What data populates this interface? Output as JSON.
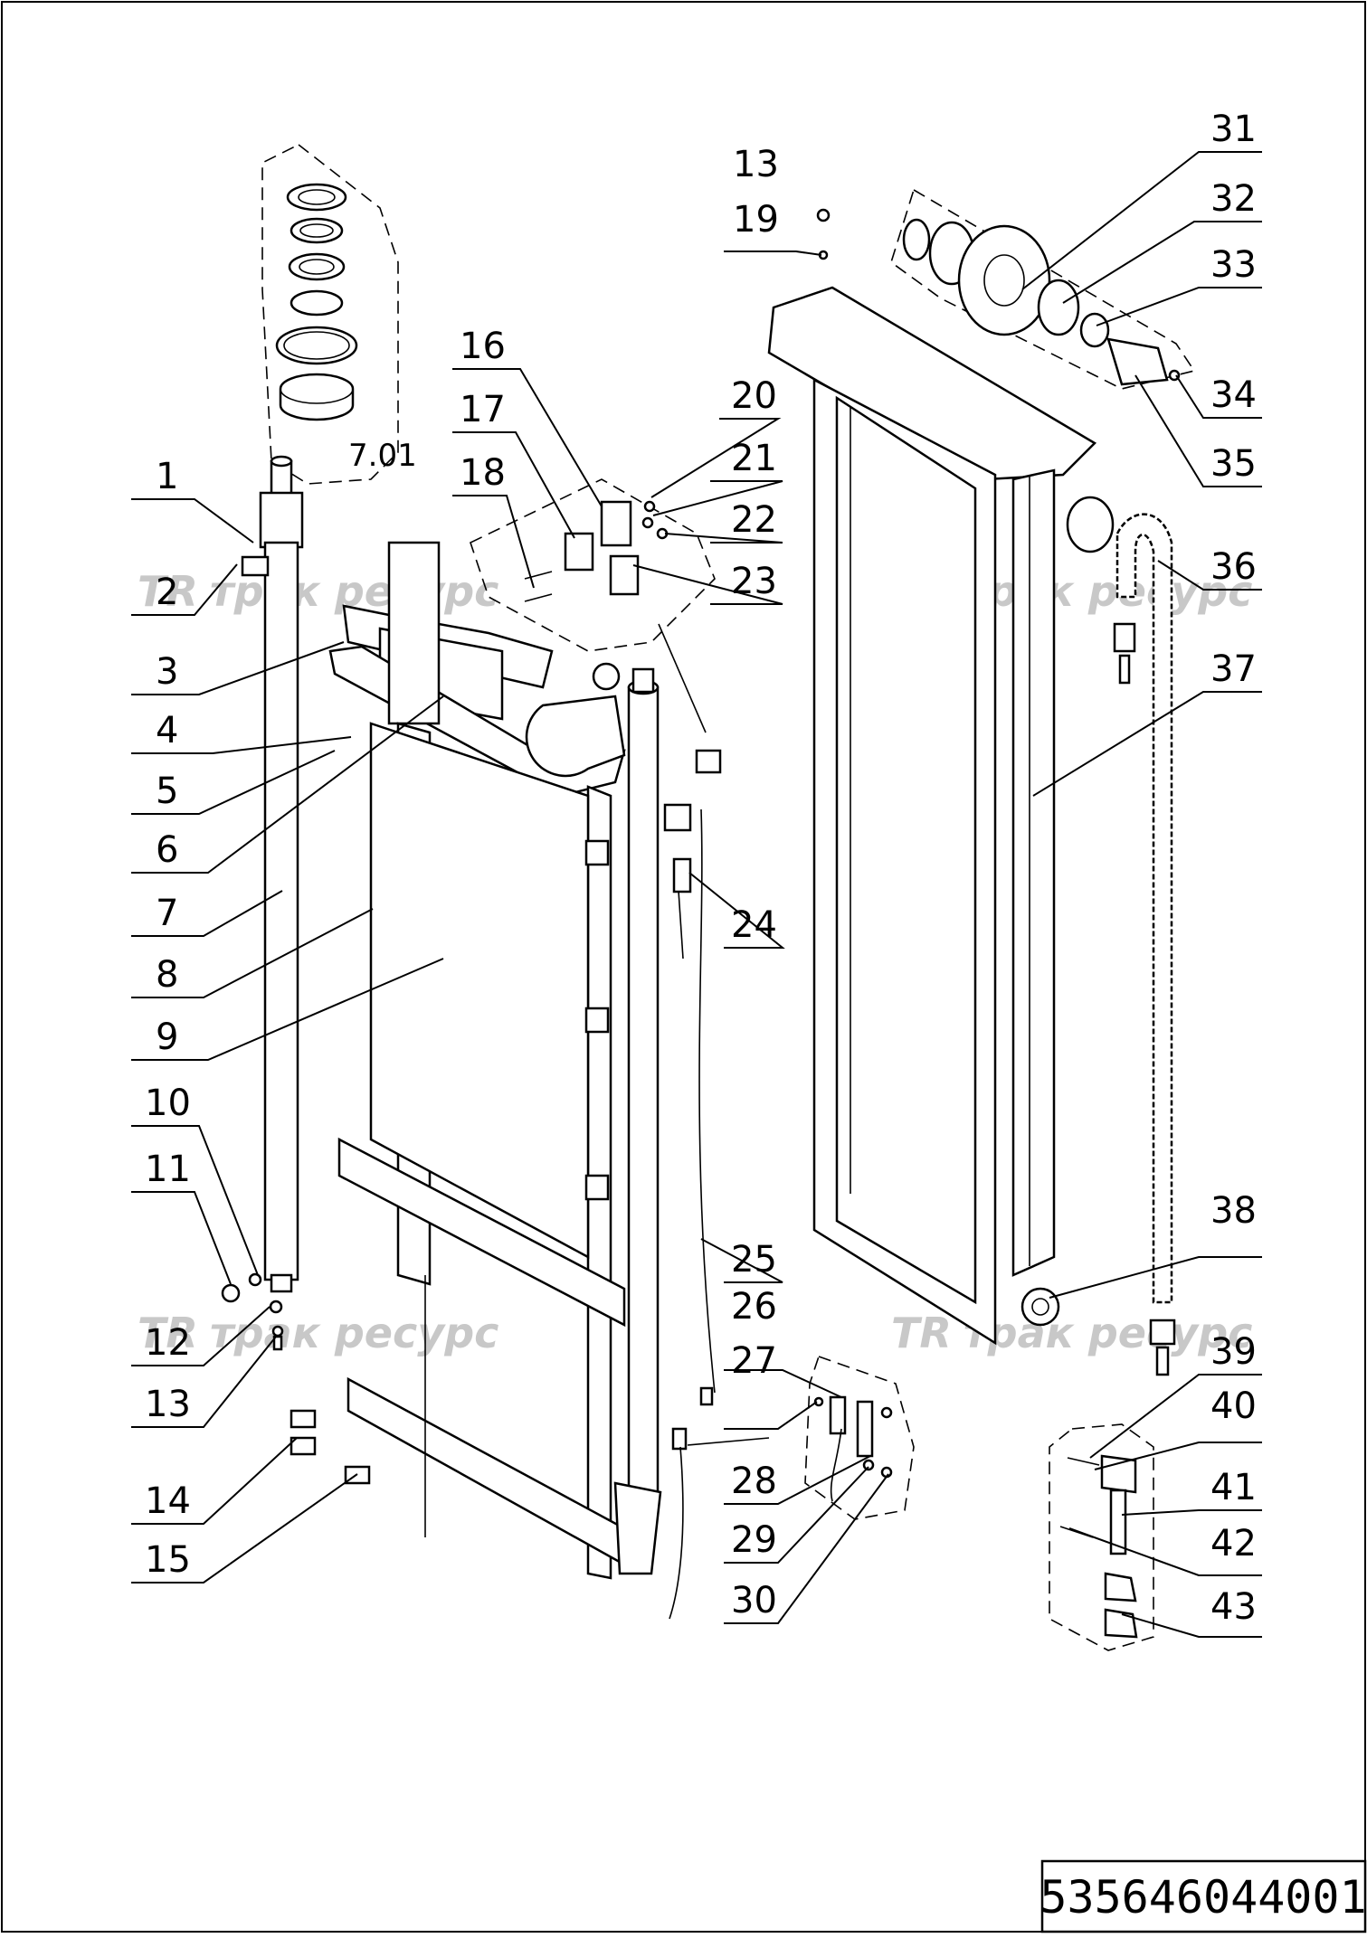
{
  "drawing": {
    "document_number": "535646044001",
    "subassembly_label": "7.01",
    "watermark_text": "трак ресурс",
    "watermark_logo": "TR"
  },
  "callouts": [
    "1",
    "2",
    "3",
    "4",
    "5",
    "6",
    "7",
    "8",
    "9",
    "10",
    "11",
    "12",
    "13",
    "13",
    "14",
    "15",
    "16",
    "17",
    "18",
    "19",
    "20",
    "21",
    "22",
    "23",
    "24",
    "25",
    "26",
    "27",
    "28",
    "29",
    "30",
    "31",
    "32",
    "33",
    "34",
    "35",
    "36",
    "37",
    "38",
    "39",
    "40",
    "41",
    "42",
    "43"
  ]
}
